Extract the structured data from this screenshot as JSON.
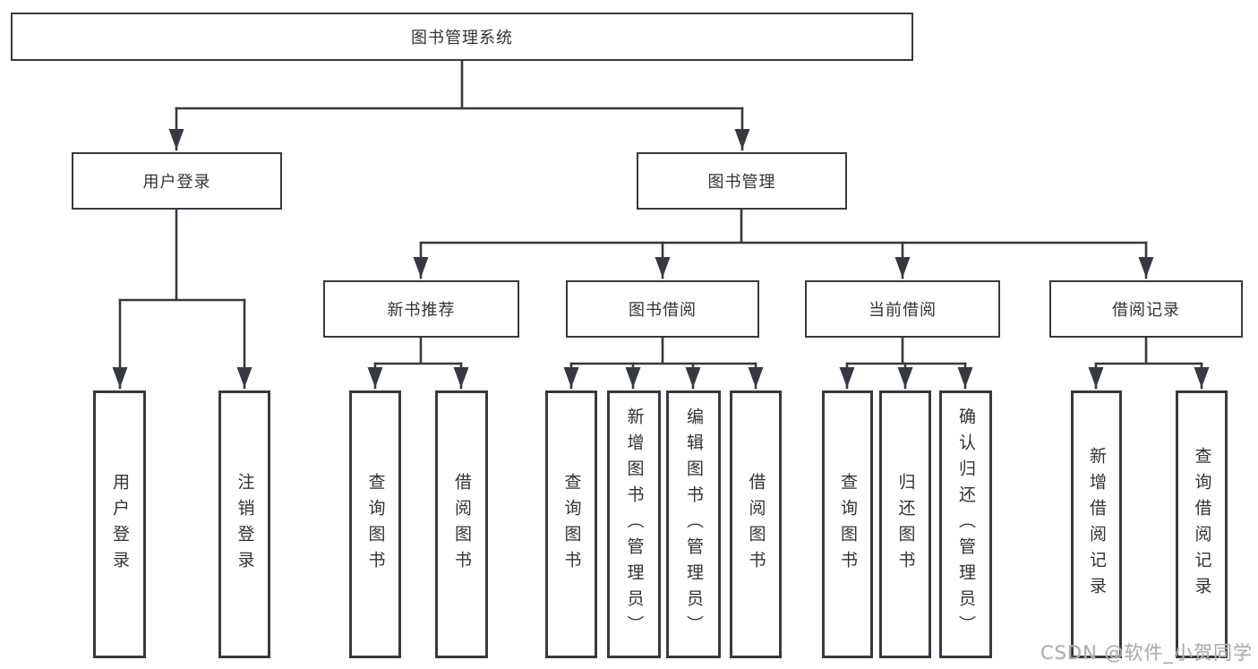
{
  "diagram_title": "图书管理系统",
  "tree": {
    "root": {
      "label": "图书管理系统",
      "children": [
        {
          "label": "用户登录",
          "children": [
            {
              "label": "用户登录"
            },
            {
              "label": "注销登录"
            }
          ]
        },
        {
          "label": "图书管理",
          "children": [
            {
              "label": "新书推荐",
              "children": [
                {
                  "label": "查询图书"
                },
                {
                  "label": "借阅图书"
                }
              ]
            },
            {
              "label": "图书借阅",
              "children": [
                {
                  "label": "查询图书"
                },
                {
                  "label": "新增图书（管理员）"
                },
                {
                  "label": "编辑图书（管理员）"
                },
                {
                  "label": "借阅图书"
                }
              ]
            },
            {
              "label": "当前借阅",
              "children": [
                {
                  "label": "查询图书"
                },
                {
                  "label": "归还图书"
                },
                {
                  "label": "确认归还（管理员）"
                }
              ]
            },
            {
              "label": "借阅记录",
              "children": [
                {
                  "label": "新增借阅记录"
                },
                {
                  "label": "查询借阅记录"
                }
              ]
            }
          ]
        }
      ]
    }
  },
  "watermark": {
    "text": "CSDN @软件_小贺同学"
  },
  "colors": {
    "line": "#363940",
    "box_border": "#363940",
    "text": "#333333",
    "watermark": "#adadad",
    "background": "#ffffff"
  }
}
